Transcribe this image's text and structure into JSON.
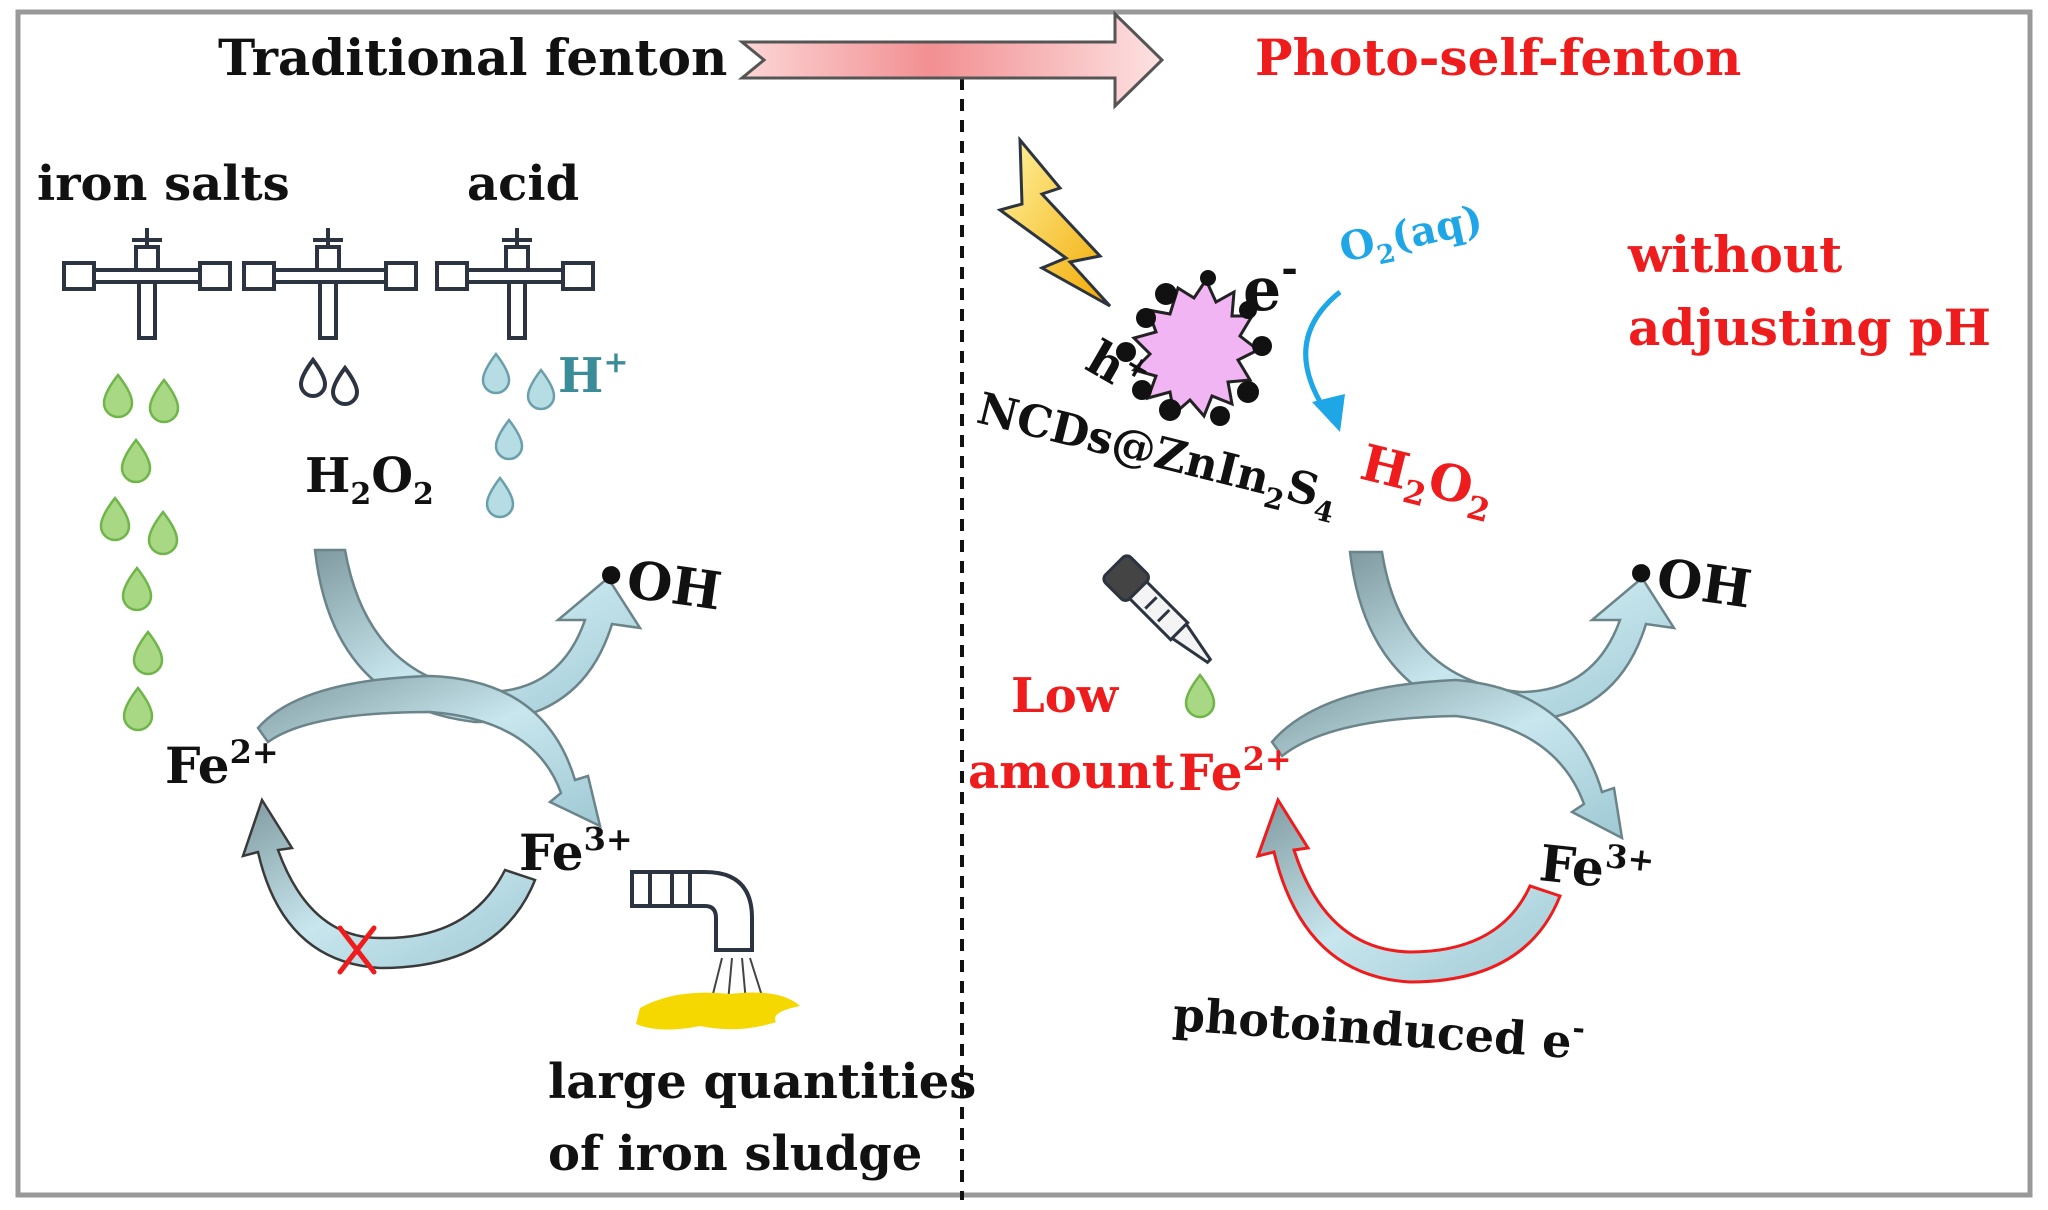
{
  "left": {
    "title": "Traditional fenton",
    "iron_salts": "iron salts",
    "acid": "acid",
    "h_plus": "H",
    "h_plus_sup": "+",
    "h2o2": {
      "a": "H",
      "b": "2",
      "c": "O",
      "d": "2"
    },
    "oh": "•OH",
    "fe2_base": "Fe",
    "fe2_sup": "2+",
    "fe3_base": "Fe",
    "fe3_sup": "3+",
    "sludge_line1": "large quantities",
    "sludge_line2": "of iron sludge"
  },
  "right": {
    "title": "Photo-self-fenton",
    "electron": "e",
    "electron_sup": "-",
    "hole": "h",
    "hole_sup": "+",
    "o2": {
      "a": "O",
      "b": "2",
      "c": "(aq)"
    },
    "note_line1": "without",
    "note_line2": "adjusting pH",
    "catalyst": {
      "a": "NCDs@ZnIn",
      "b": "2",
      "c": "S",
      "d": "4"
    },
    "h2o2": {
      "a": "H",
      "b": "2",
      "c": "O",
      "d": "2"
    },
    "oh": "•OH",
    "low_line1": "Low",
    "low_line2": "amount",
    "fe2_base": "Fe",
    "fe2_sup": "2+",
    "fe3_base": "Fe",
    "fe3_sup": "3+",
    "photo_e": "photoinduced e",
    "photo_e_sup": "-"
  },
  "colors": {
    "black_text": "#111111",
    "red_text": "#ee1c1c",
    "blue_text": "#1fa6e6",
    "teal_text": "#3a8c98",
    "droplet_green": "#a8d884",
    "droplet_blue": "#b7dde4",
    "arrow_light": "#b8dce6",
    "arrow_dark": "#9aaeb4",
    "catalyst_pink": "#f1b5f3",
    "sludge_yellow": "#f5d800"
  }
}
